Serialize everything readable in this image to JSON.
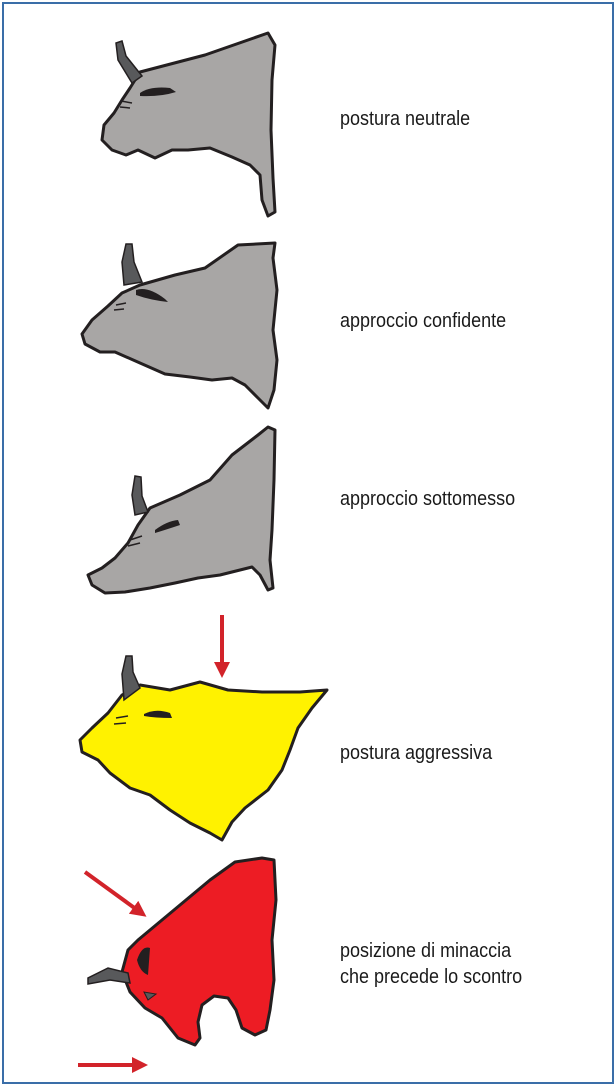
{
  "postures": [
    {
      "id": "neutral",
      "label": "postura neutrale",
      "fill": "#a8a6a5"
    },
    {
      "id": "confident",
      "label": "approccio confidente",
      "fill": "#a8a6a5"
    },
    {
      "id": "submissive",
      "label": "approccio sottomesso",
      "fill": "#a8a6a5"
    },
    {
      "id": "aggressive",
      "label": "postura aggressiva",
      "fill": "#fff200"
    },
    {
      "id": "threat",
      "label_lines": [
        "posizione di minaccia",
        "che precede lo scontro"
      ],
      "fill": "#ed1c24"
    }
  ],
  "colors": {
    "frame_border": "#3a6ea8",
    "outline": "#231f20",
    "horn": "#58595b",
    "eye": "#231f20",
    "arrow": "#d2232a"
  }
}
